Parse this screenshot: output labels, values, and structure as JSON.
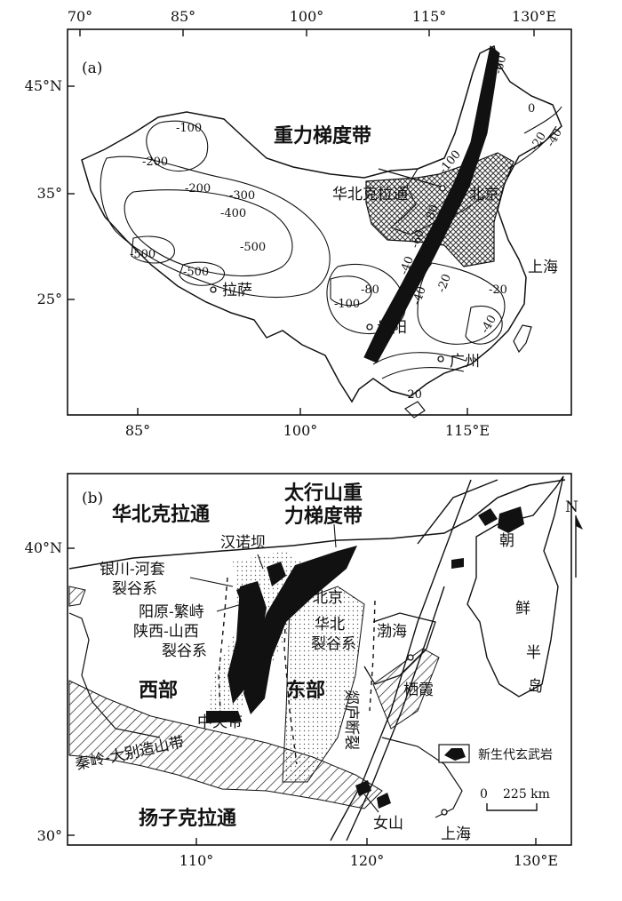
{
  "panel_a": {
    "label": "(a)",
    "top_ticks": [
      "70°",
      "85°",
      "100°",
      "115°",
      "130°E"
    ],
    "bottom_ticks": [
      "85°",
      "100°",
      "115°E"
    ],
    "left_ticks": [
      "45°N",
      "35°",
      "25°"
    ],
    "contours": [
      "-100",
      "-200",
      "-200",
      "-300",
      "-400",
      "-500",
      "-500",
      "-500",
      "-80",
      "-100",
      "-60",
      "-100",
      "-80",
      "-60",
      "-40",
      "-20",
      "-40",
      "-20",
      "-40",
      "-20",
      "0",
      "-20",
      "-40"
    ],
    "places": {
      "gravity_zone": "重力梯度带",
      "north_china_craton": "华北克拉通",
      "beijing": "北京",
      "shanghai": "上海",
      "lhasa": "拉萨",
      "guiyang": "贵阳",
      "guangzhou": "广州"
    }
  },
  "panel_b": {
    "label": "(b)",
    "left_ticks": [
      "40°N",
      "30°"
    ],
    "bottom_ticks": [
      "110°",
      "120°",
      "130°E"
    ],
    "places": {
      "north_china_craton": "华北克拉通",
      "taihang_line1": "太行山重",
      "taihang_line2": "力梯度带",
      "hannuoba": "汉诺坝",
      "yinchuan_line1": "银川-河套",
      "yinchuan_line2": "裂谷系",
      "yangyuan": "阳原-繁峙",
      "shanxi_line1": "陕西-山西",
      "shanxi_line2": "裂谷系",
      "beijing": "北京",
      "huabei_line1": "华北",
      "huabei_line2": "裂谷系",
      "bohai": "渤海",
      "west": "西部",
      "east": "东部",
      "central": "中央带",
      "qixia": "栖霞",
      "tanlu": "郯庐断裂",
      "qinling": "秦岭-大别造山带",
      "yangtze": "扬子克拉通",
      "nushan": "女山",
      "shanghai": "上海",
      "korea": [
        "朝",
        "鲜",
        "半",
        "岛"
      ],
      "north": "N"
    },
    "legend": {
      "basalt": "新生代玄武岩"
    },
    "scale": {
      "start": "0",
      "end": "225 km"
    }
  }
}
